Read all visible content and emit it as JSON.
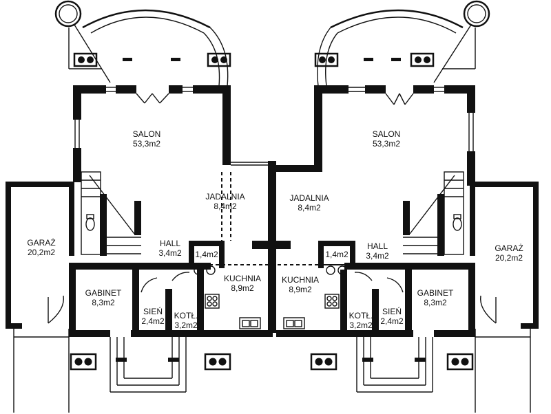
{
  "rooms": {
    "salon_left": {
      "name": "SALON",
      "area": "53,3m2"
    },
    "salon_right": {
      "name": "SALON",
      "area": "53,3m2"
    },
    "jadalnia_left": {
      "name": "JADALNIA",
      "area": "8,4m2"
    },
    "jadalnia_right": {
      "name": "JADALNIA",
      "area": "8,4m2"
    },
    "hall_left": {
      "name": "HALL",
      "area": "3,4m2"
    },
    "hall_right": {
      "name": "HALL",
      "area": "3,4m2"
    },
    "wc_left": {
      "area": "1,4m2"
    },
    "wc_right": {
      "area": "1,4m2"
    },
    "kuchnia_left": {
      "name": "KUCHNIA",
      "area": "8,9m2"
    },
    "kuchnia_right": {
      "name": "KUCHNIA",
      "area": "8,9m2"
    },
    "garaz_left": {
      "name": "GARAŻ",
      "area": "20,2m2"
    },
    "garaz_right": {
      "name": "GARAŻ",
      "area": "20,2m2"
    },
    "gabinet_left": {
      "name": "GABINET",
      "area": "8,3m2"
    },
    "gabinet_right": {
      "name": "GABINET",
      "area": "8,3m2"
    },
    "sien_left": {
      "name": "SIEŃ",
      "area": "2,4m2"
    },
    "sien_right": {
      "name": "SIEŃ",
      "area": "2,4m2"
    },
    "kotl_left": {
      "name": "KOTŁ.",
      "area": "3,2m2"
    },
    "kotl_right": {
      "name": "KOTŁ.",
      "area": "3,2m2"
    }
  },
  "colors": {
    "ink": "#111111",
    "paper": "#ffffff"
  },
  "icons": [
    "lamp-icon",
    "door-swing-icon",
    "window-icon",
    "stove-icon",
    "sink-icon",
    "toilet-icon",
    "stairs-icon"
  ]
}
